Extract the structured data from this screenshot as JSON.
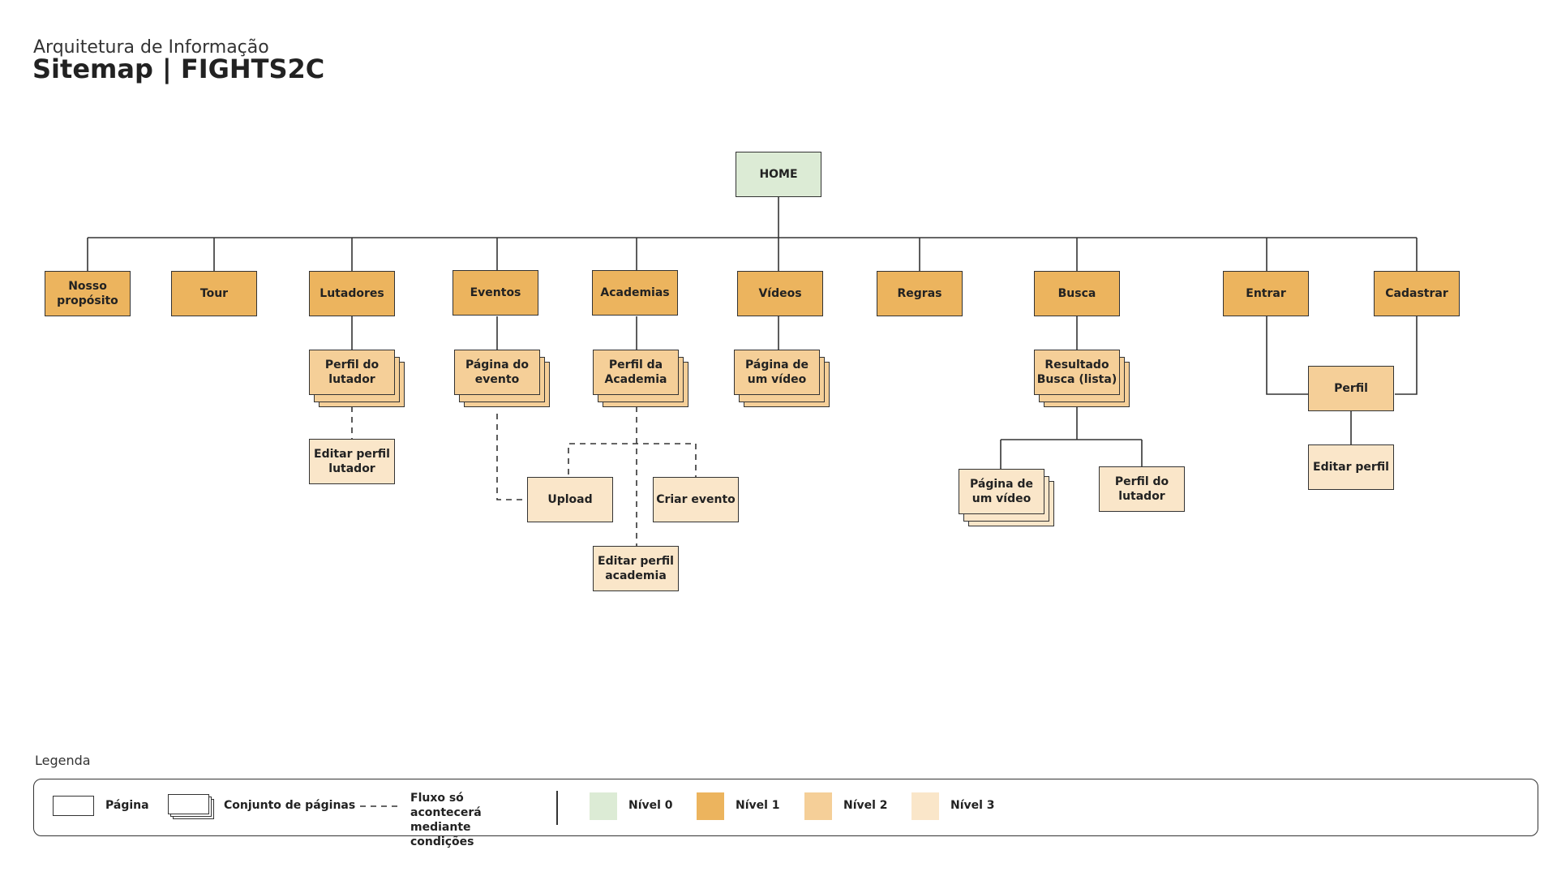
{
  "header": {
    "subtitle": "Arquitetura de Informação",
    "title": "Sitemap | FIGHTS2C"
  },
  "colors": {
    "level0": "#dcebd5",
    "level1": "#ecb45e",
    "level2": "#f5cf98",
    "level3": "#fae6c9",
    "line": "#333333"
  },
  "nodes": {
    "home": "HOME",
    "nosso_proposito": "Nosso propósito",
    "tour": "Tour",
    "lutadores": "Lutadores",
    "eventos": "Eventos",
    "academias": "Academias",
    "videos": "Vídeos",
    "regras": "Regras",
    "busca": "Busca",
    "entrar": "Entrar",
    "cadastrar": "Cadastrar",
    "perfil_do_lutador": "Perfil do lutador",
    "editar_perfil_lutador": "Editar perfil lutador",
    "pagina_do_evento": "Página do evento",
    "perfil_da_academia": "Perfil da Academia",
    "upload": "Upload",
    "criar_evento": "Criar evento",
    "editar_perfil_academia": "Editar perfil academia",
    "pagina_de_um_video": "Página de um vídeo",
    "resultado_busca": "Resultado Busca (lista)",
    "busca_pagina_video": "Página de um vídeo",
    "busca_perfil_lutador": "Perfil do lutador",
    "perfil": "Perfil",
    "editar_perfil": "Editar perfil"
  },
  "legend": {
    "title": "Legenda",
    "pagina": "Página",
    "conjunto": "Conjunto de páginas",
    "fluxo": "Fluxo só acontecerá mediante condições",
    "nivel0": "Nível 0",
    "nivel1": "Nível 1",
    "nivel2": "Nível 2",
    "nivel3": "Nível 3"
  }
}
